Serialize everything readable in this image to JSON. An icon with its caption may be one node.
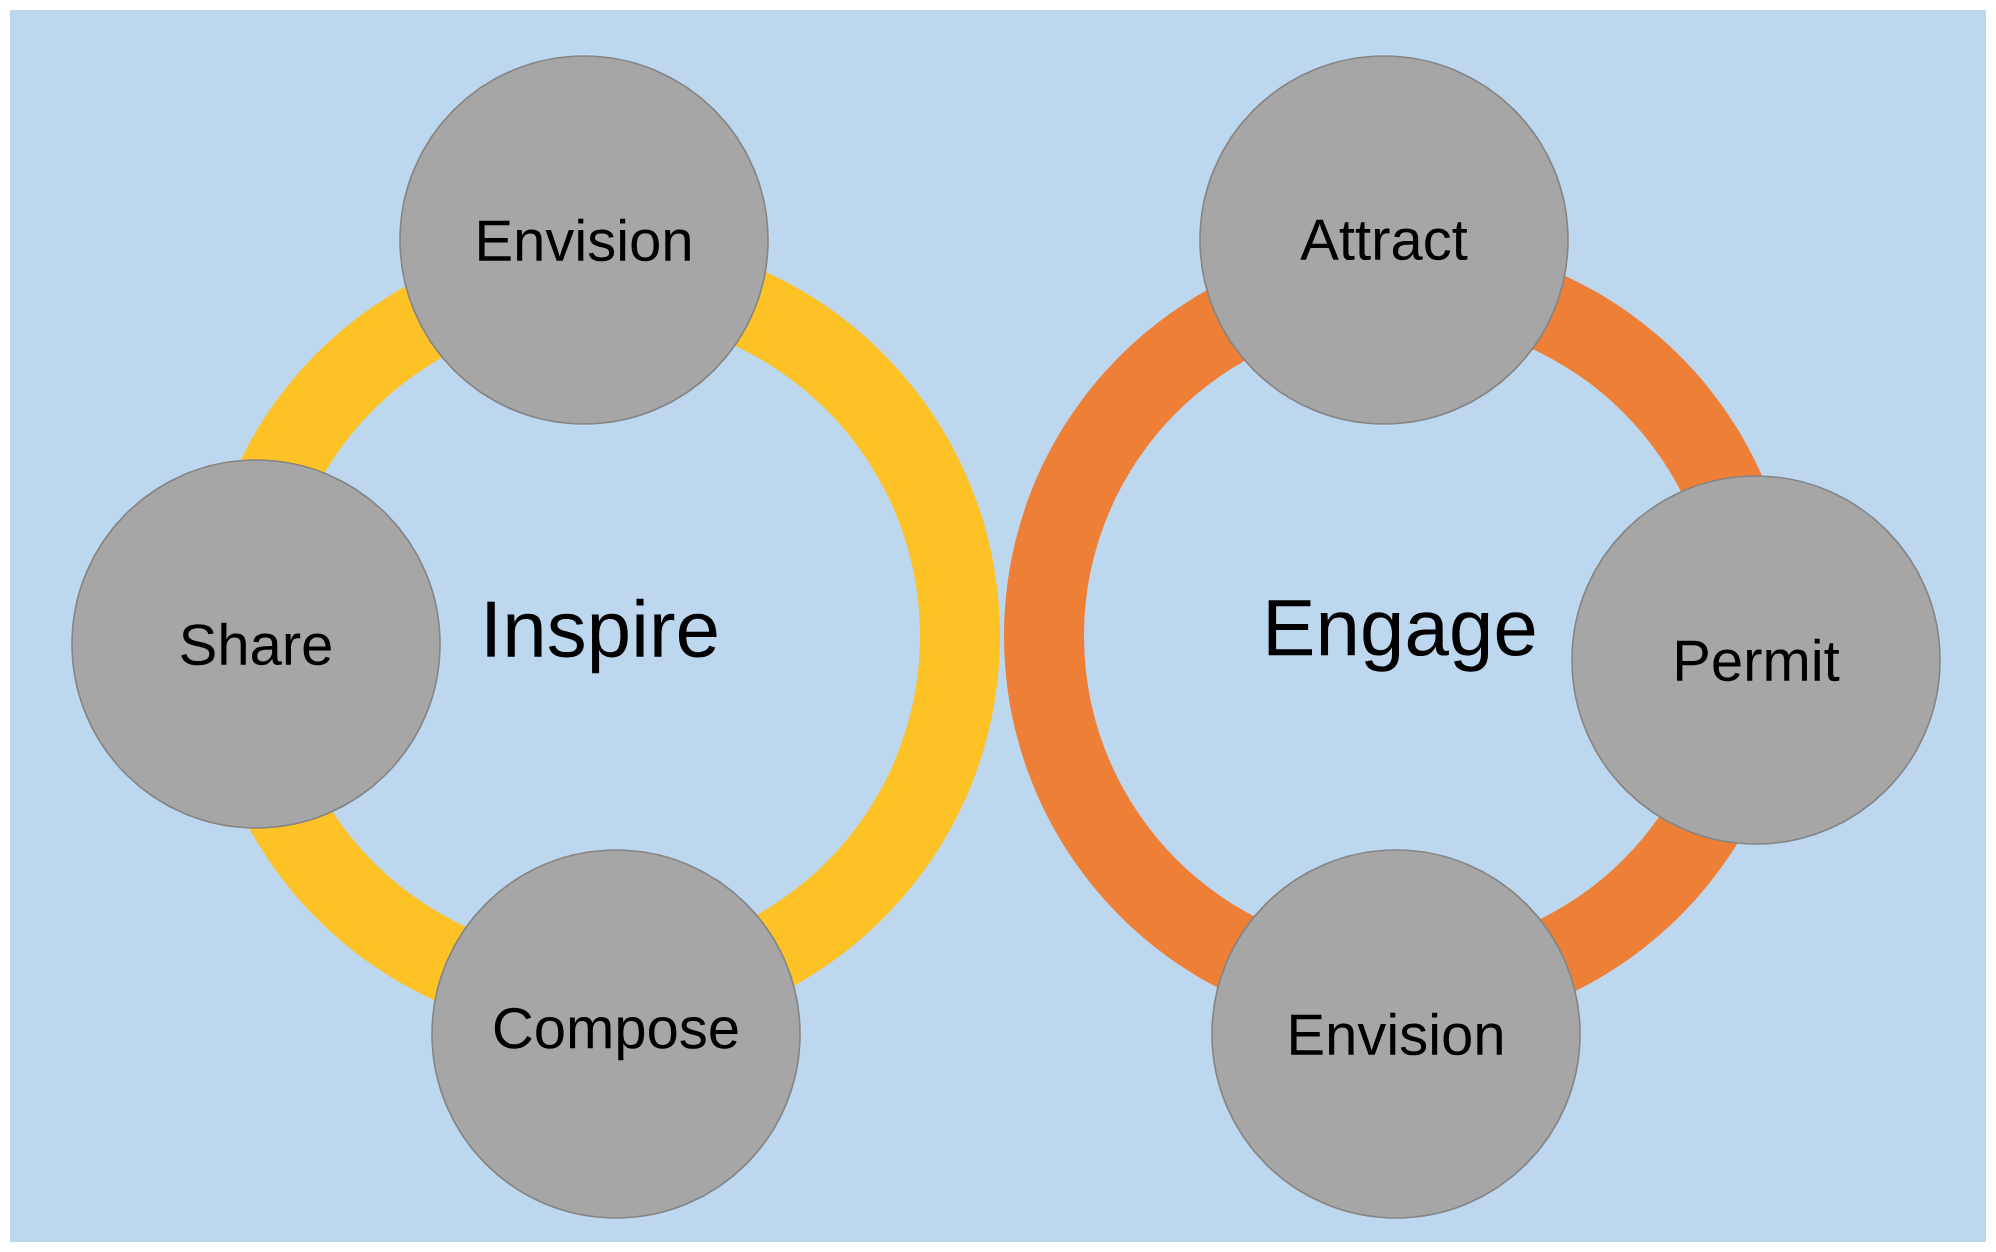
{
  "diagram": {
    "nodes": [
      {
        "text": [
          "Inspire"
        ]
      },
      {
        "text": [
          "Envision"
        ]
      },
      {
        "text": [
          "Share"
        ]
      },
      {
        "text": [
          "Compose"
        ]
      },
      {
        "text": [
          "Engage"
        ]
      },
      {
        "text": [
          "Attract"
        ]
      },
      {
        "text": [
          "Permit"
        ]
      },
      {
        "text": [
          "Envision"
        ]
      }
    ]
  }
}
